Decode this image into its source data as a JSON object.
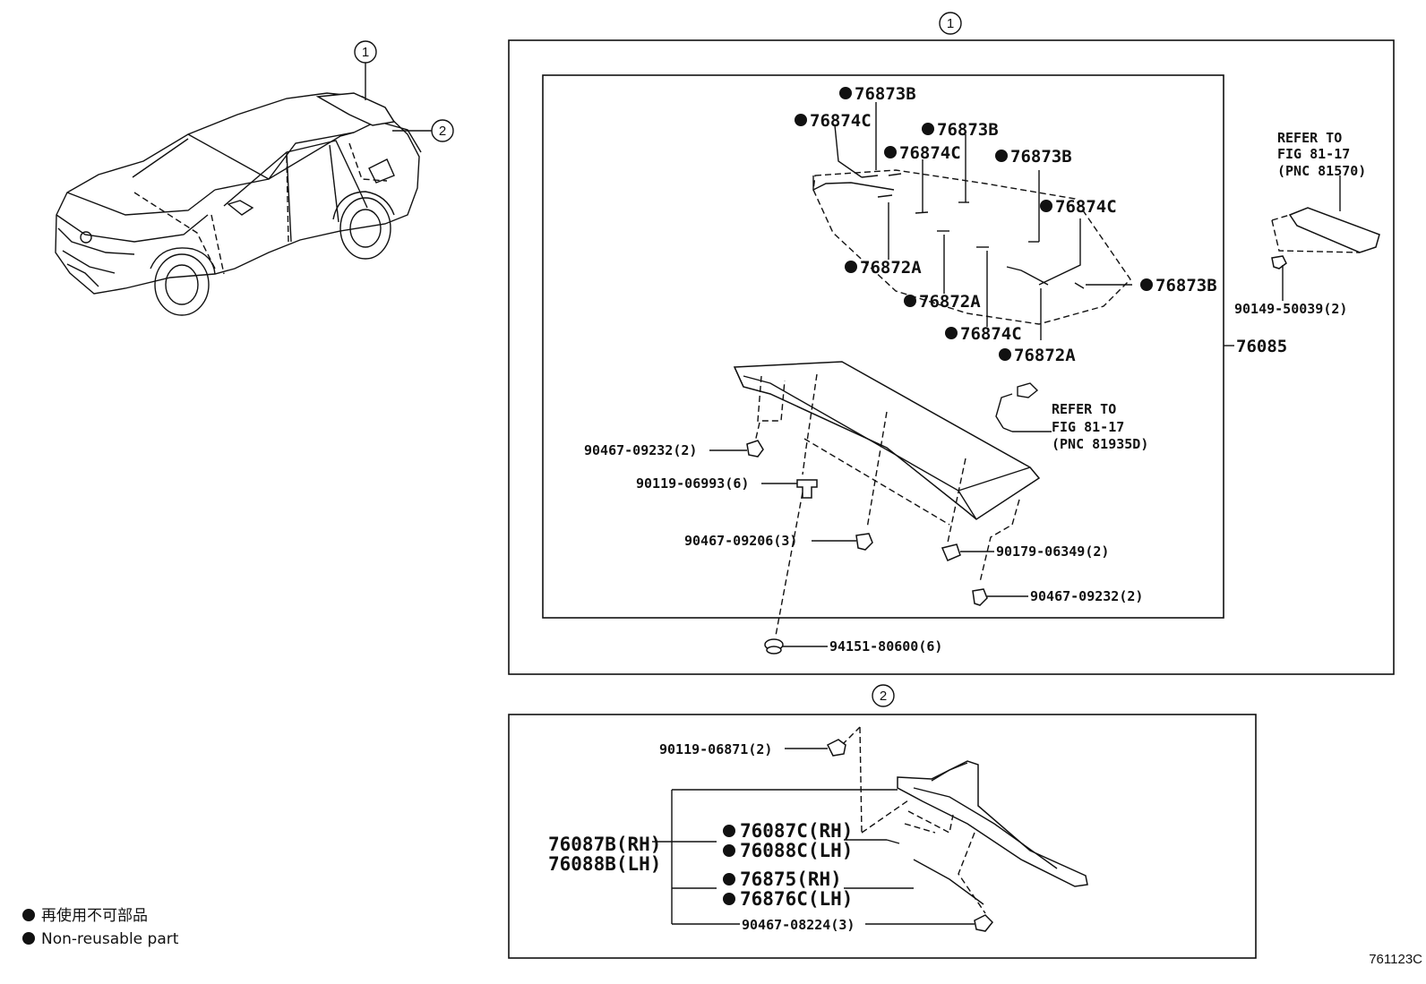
{
  "callouts": {
    "ref1": "1",
    "ref2": "2"
  },
  "box1": {
    "parts": {
      "p76873B_a": "76873B",
      "p76874C_a": "76874C",
      "p76873B_b": "76873B",
      "p76874C_b": "76874C",
      "p76873B_c": "76873B",
      "p76874C_c": "76874C",
      "p76872A_a": "76872A",
      "p76872A_b": "76872A",
      "p76873B_d": "76873B",
      "p76874C_d": "76874C",
      "p76872A_c": "76872A",
      "p76085": "76085",
      "p90467_09232_a": "90467-09232(2)",
      "p90119_06993": "90119-06993(6)",
      "p90467_09206": "90467-09206(3)",
      "p90179_06349": "90179-06349(2)",
      "p90467_09232_b": "90467-09232(2)",
      "p94151_80600": "94151-80600(6)",
      "p90149_50039": "90149-50039(2)"
    },
    "refer_top": [
      "REFER TO",
      "FIG 81-17",
      "(PNC 81570)"
    ],
    "refer_mid": [
      "REFER TO",
      "FIG 81-17",
      "(PNC 81935D)"
    ]
  },
  "box2": {
    "parts": {
      "p90119_06871": "90119-06871(2)",
      "p76087B": "76087B(RH)",
      "p76088B": "76088B(LH)",
      "p76087C": "76087C(RH)",
      "p76088C": "76088C(LH)",
      "p76875": "76875(RH)",
      "p76876C": "76876C(LH)",
      "p90467_08224": "90467-08224(3)"
    }
  },
  "legend": {
    "jp": "再使用不可部品",
    "en": "Non-reusable part"
  },
  "figure_code": "761123C"
}
